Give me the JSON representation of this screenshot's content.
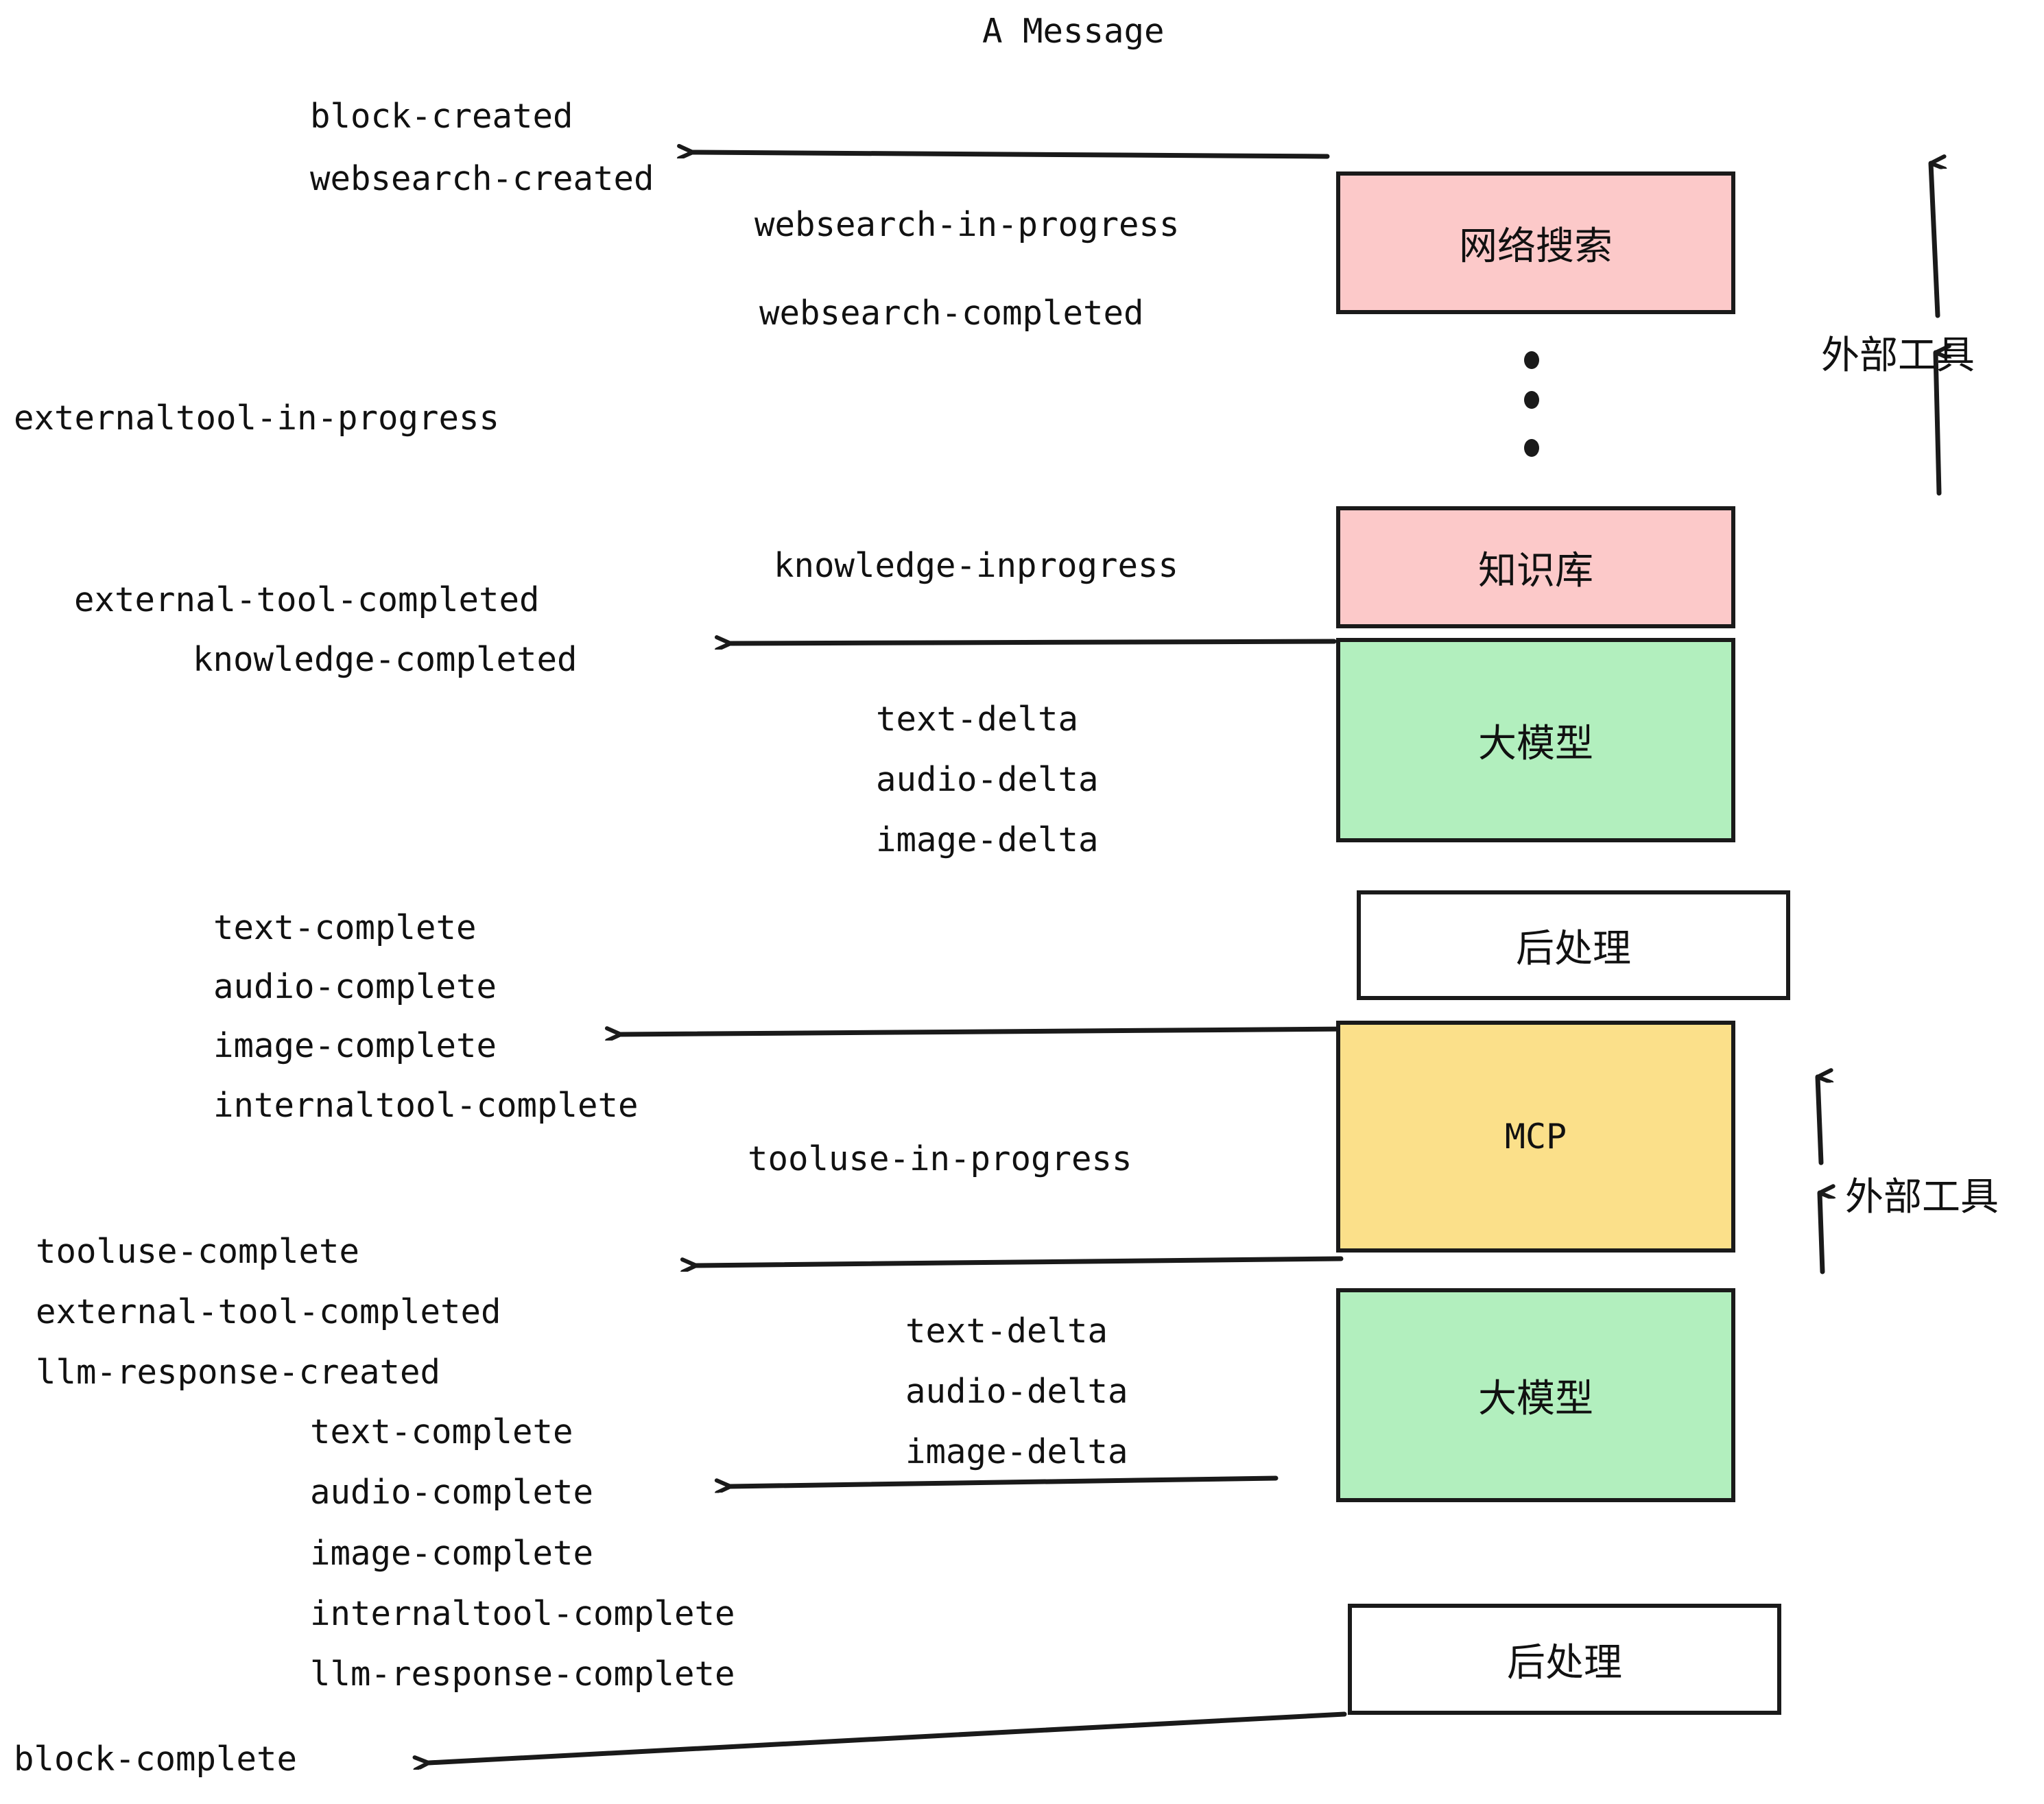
{
  "diagram": {
    "title": "A Message",
    "colors": {
      "external_tool_fill": "#fcc9c9",
      "llm_fill": "#b2efbe",
      "mcp_fill": "#fbe08a",
      "postprocess_fill": "#ffffff",
      "stroke": "#1a1a1a",
      "text": "#111111",
      "background": "#ffffff"
    },
    "nodes": [
      {
        "id": "websearch",
        "label": "网络搜索",
        "fill": "#fcc9c9",
        "kind": "external-tool"
      },
      {
        "id": "knowledge",
        "label": "知识库",
        "fill": "#fcc9c9",
        "kind": "external-tool"
      },
      {
        "id": "llm-1",
        "label": "大模型",
        "fill": "#b2efbe",
        "kind": "llm"
      },
      {
        "id": "postprocess-1",
        "label": "后处理",
        "fill": "#ffffff",
        "kind": "post-process"
      },
      {
        "id": "mcp",
        "label": "MCP",
        "fill": "#fbe08a",
        "kind": "external-tool"
      },
      {
        "id": "llm-2",
        "label": "大模型",
        "fill": "#b2efbe",
        "kind": "llm"
      },
      {
        "id": "postprocess-2",
        "label": "后处理",
        "fill": "#ffffff",
        "kind": "post-process"
      }
    ],
    "side_labels": [
      {
        "id": "external-tool-top",
        "label": "外部工具"
      },
      {
        "id": "external-tool-bottom",
        "label": "外部工具"
      }
    ],
    "ellipsis": {
      "dots": 3
    },
    "events": [
      {
        "id": "block-created",
        "label": "block-created"
      },
      {
        "id": "websearch-created",
        "label": "websearch-created"
      },
      {
        "id": "websearch-in-progress",
        "label": "websearch-in-progress"
      },
      {
        "id": "websearch-completed",
        "label": "websearch-completed"
      },
      {
        "id": "externaltool-in-progress",
        "label": "externaltool-in-progress"
      },
      {
        "id": "knowledge-inprogress",
        "label": "knowledge-inprogress"
      },
      {
        "id": "external-tool-completed-1",
        "label": "external-tool-completed"
      },
      {
        "id": "knowledge-completed",
        "label": "knowledge-completed"
      },
      {
        "id": "text-delta-1",
        "label": "text-delta"
      },
      {
        "id": "audio-delta-1",
        "label": "audio-delta"
      },
      {
        "id": "image-delta-1",
        "label": "image-delta"
      },
      {
        "id": "text-complete-1",
        "label": "text-complete"
      },
      {
        "id": "audio-complete-1",
        "label": "audio-complete"
      },
      {
        "id": "image-complete-1",
        "label": "image-complete"
      },
      {
        "id": "internaltool-complete-1",
        "label": "internaltool-complete"
      },
      {
        "id": "tooluse-in-progress",
        "label": "tooluse-in-progress"
      },
      {
        "id": "tooluse-complete",
        "label": "tooluse-complete"
      },
      {
        "id": "external-tool-completed-2",
        "label": "external-tool-completed"
      },
      {
        "id": "llm-response-created",
        "label": "llm-response-created"
      },
      {
        "id": "text-delta-2",
        "label": "text-delta"
      },
      {
        "id": "audio-delta-2",
        "label": "audio-delta"
      },
      {
        "id": "image-delta-2",
        "label": "image-delta"
      },
      {
        "id": "text-complete-2",
        "label": "text-complete"
      },
      {
        "id": "audio-complete-2",
        "label": "audio-complete"
      },
      {
        "id": "image-complete-2",
        "label": "image-complete"
      },
      {
        "id": "internaltool-complete-2",
        "label": "internaltool-complete"
      },
      {
        "id": "llm-response-complete",
        "label": "llm-response-complete"
      },
      {
        "id": "block-complete",
        "label": "block-complete"
      }
    ]
  }
}
